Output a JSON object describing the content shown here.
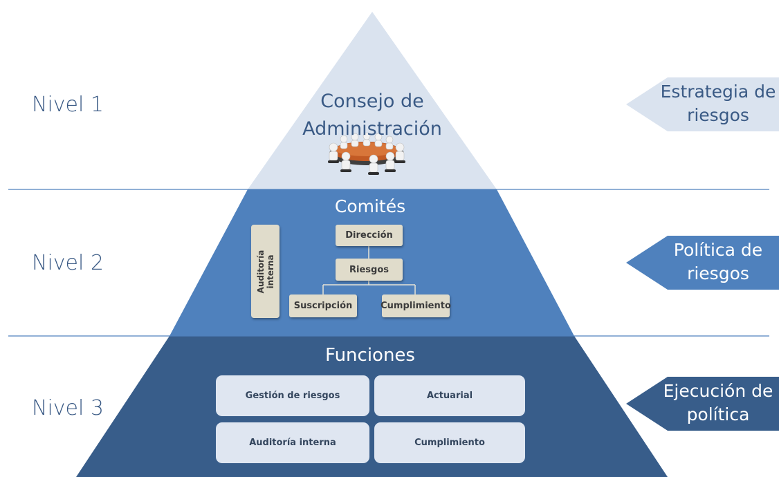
{
  "levels": [
    {
      "label": "Nivel 1",
      "arrow": [
        "Estrategia de",
        "riesgos"
      ],
      "arrow_color": "#dae3ef",
      "arrow_text_color": "#3a5a85"
    },
    {
      "label": "Nivel 2",
      "arrow": [
        "Política de",
        "riesgos"
      ],
      "arrow_color": "#4f81bd",
      "arrow_text_color": "#ffffff"
    },
    {
      "label": "Nivel 3",
      "arrow": [
        "Ejecución de",
        "política"
      ],
      "arrow_color": "#385d8a",
      "arrow_text_color": "#ffffff"
    }
  ],
  "tier1": {
    "title_line1": "Consejo de",
    "title_line2": "Administración",
    "icon": "boardroom-meeting-icon"
  },
  "tier2": {
    "title": "Comités",
    "side_box": [
      "Auditoría",
      "interna"
    ],
    "boxes": {
      "direccion": "Dirección",
      "riesgos": "Riesgos",
      "suscripcion": "Suscripción",
      "cumplimiento": "Cumplimiento"
    }
  },
  "tier3": {
    "title": "Funciones",
    "boxes": [
      "Gestión de riesgos",
      "Actuarial",
      "Auditoría interna",
      "Cumplimiento"
    ]
  },
  "colors": {
    "tier1": "#dae3ef",
    "tier2": "#4f81bd",
    "tier3": "#385d8a",
    "divider": "#4f81bd",
    "level_text": "#3a5a85"
  }
}
